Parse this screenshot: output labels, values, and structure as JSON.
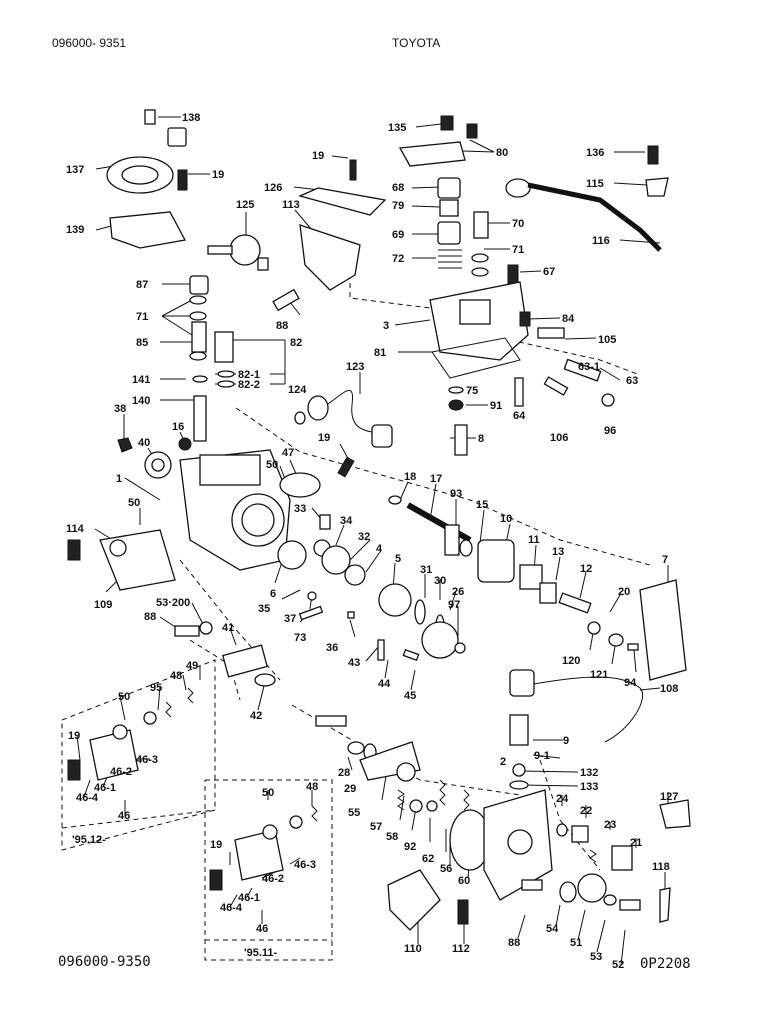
{
  "header": {
    "left": "096000- 9351",
    "center": "TOYOTA"
  },
  "footer": {
    "left": "096000-9350",
    "right": "0P2208"
  },
  "labels": {
    "l138": "138",
    "l137": "137",
    "l19a": "19",
    "l139": "139",
    "l135": "135",
    "l80": "80",
    "l19b": "19",
    "l126": "126",
    "l68": "68",
    "l79": "79",
    "l70": "70",
    "l125": "125",
    "l113": "113",
    "l69": "69",
    "l71a": "71",
    "l72": "72",
    "l67a": "67",
    "l136": "136",
    "l115": "115",
    "l116": "116",
    "l87": "87",
    "l71b": "71",
    "l88a": "88",
    "l3": "3",
    "l84": "84",
    "l105": "105",
    "l85": "85",
    "l82": "82",
    "l82_1": "82-1",
    "l82_2": "82-2",
    "l81": "81",
    "l123": "123",
    "l63_1": "63-1",
    "l63": "63",
    "l141": "141",
    "l124": "124",
    "l75": "75",
    "l140": "140",
    "l91": "91",
    "l64": "64",
    "l106": "106",
    "l96": "96",
    "l38": "38",
    "l8": "8",
    "l16": "16",
    "l40": "40",
    "l19c": "19",
    "l47": "47",
    "l50a": "50",
    "l18": "18",
    "l17": "17",
    "l1": "1",
    "l93": "93",
    "l50b": "50",
    "l33": "33",
    "l15": "15",
    "l10": "10",
    "l114": "114",
    "l34": "34",
    "l32": "32",
    "l11": "11",
    "l13": "13",
    "l7": "7",
    "l4": "4",
    "l5": "5",
    "l6": "6",
    "l31": "31",
    "l30": "30",
    "l26": "26",
    "l12": "12",
    "l109": "109",
    "l53_200": "53·200",
    "l35": "35",
    "l37": "37",
    "l20": "20",
    "l97": "97",
    "l88b": "88",
    "l73": "73",
    "l36": "36",
    "l41": "41",
    "l120": "120",
    "l121": "121",
    "l94": "94",
    "l49a": "49",
    "l43": "43",
    "l48a": "48",
    "l95": "95",
    "l50c": "50",
    "l44": "44",
    "l45": "45",
    "l108": "108",
    "l42": "42",
    "l19d": "19",
    "l46_3a": "46-3",
    "l46_1a": "46-1",
    "l46_2a": "46-2",
    "l46_4a": "46-4",
    "l46a": "46",
    "l95_12": "'95.12-",
    "l9": "9",
    "l9_1": "9-1",
    "l2": "2",
    "l132": "132",
    "l28": "28",
    "l29": "29",
    "l133": "133",
    "l55": "55",
    "l57": "57",
    "l58": "58",
    "l92": "92",
    "l62": "62",
    "l24": "24",
    "l22": "22",
    "l127": "127",
    "l23": "23",
    "l21": "21",
    "l50d": "50",
    "l48b": "48",
    "l19e": "19",
    "l46_3b": "46-3",
    "l46_2b": "46-2",
    "l46_1b": "46-1",
    "l46_4b": "46-4",
    "l46b": "46",
    "l95_11": "'95.11-",
    "l56": "56",
    "l60": "60",
    "l118": "118",
    "l110": "110",
    "l112": "112",
    "l88c": "88",
    "l54": "54",
    "l51": "51",
    "l53": "53",
    "l52": "52"
  }
}
